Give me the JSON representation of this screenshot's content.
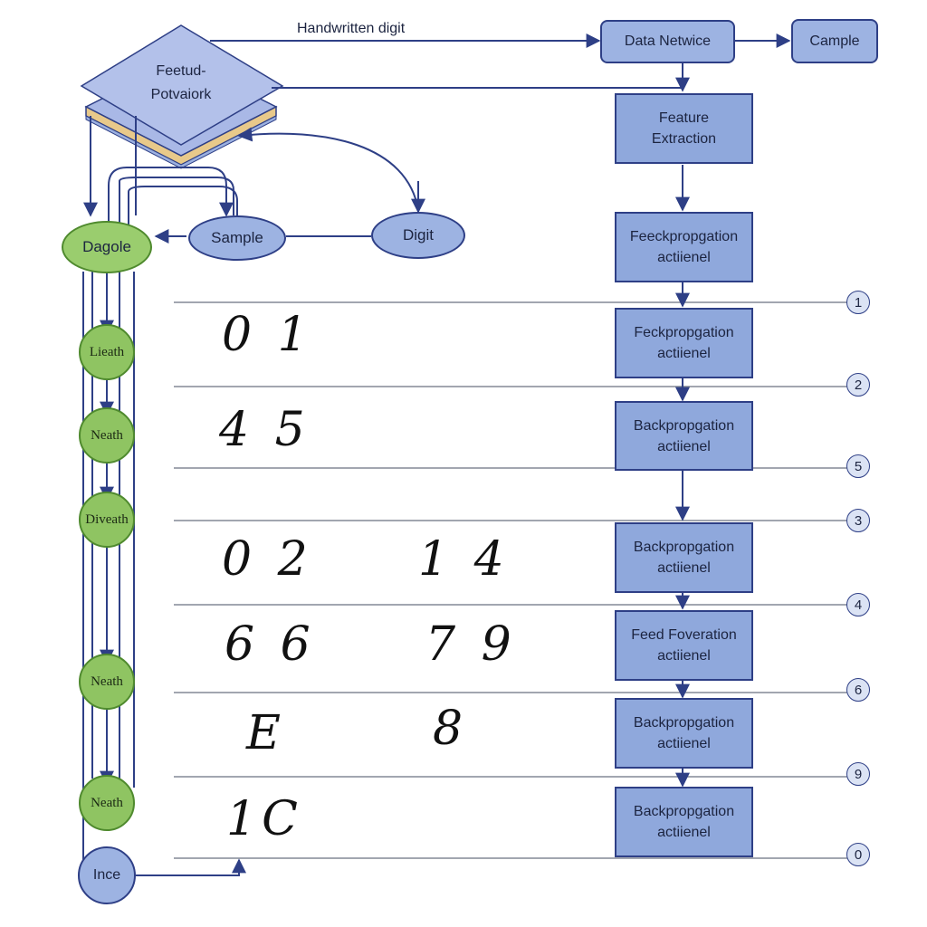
{
  "top_label": "Handwritten digit",
  "network_label": [
    "Feetud-",
    "Potvaiork"
  ],
  "top_boxes": {
    "data_network": "Data Netwice",
    "sample": "Cample"
  },
  "feature_box": [
    "Feature",
    "Extraction"
  ],
  "ellipses": {
    "dagole": "Dagole",
    "sample": "Sample",
    "digit": "Digit"
  },
  "process_boxes": [
    [
      "Feeckpropgation",
      "actiienel"
    ],
    [
      "Feckpropgation",
      "actiienel"
    ],
    [
      "Backpropgation",
      "actiienel"
    ],
    [
      "Backpropgation",
      "actiienel"
    ],
    [
      "Feed Foveration",
      "actiienel"
    ],
    [
      "Backpropgation",
      "actiienel"
    ],
    [
      "Backpropgation",
      "actiienel"
    ]
  ],
  "green_nodes": [
    "Lieath",
    "Neath",
    "Diveath",
    "Neath",
    "Neath"
  ],
  "bottom_node": "Ince",
  "row_numbers": [
    "1",
    "2",
    "5",
    "3",
    "4",
    "6",
    "9",
    "0"
  ],
  "handwritten": [
    {
      "a": "0 1",
      "b": ""
    },
    {
      "a": "4 5",
      "b": ""
    },
    {
      "a": "0 2",
      "b": "1 4"
    },
    {
      "a": "6 6",
      "b": "7 9"
    },
    {
      "a": "E",
      "b": "8"
    },
    {
      "a": "1C",
      "b": ""
    }
  ],
  "colors": {
    "box_fill": "#8fa8dc",
    "stroke": "#2e3f86",
    "green_fill": "#8fc462",
    "green_stroke": "#4f8a2e",
    "diamond_fill": "#a9b8e6",
    "diamond_mid": "#e8c98a"
  }
}
